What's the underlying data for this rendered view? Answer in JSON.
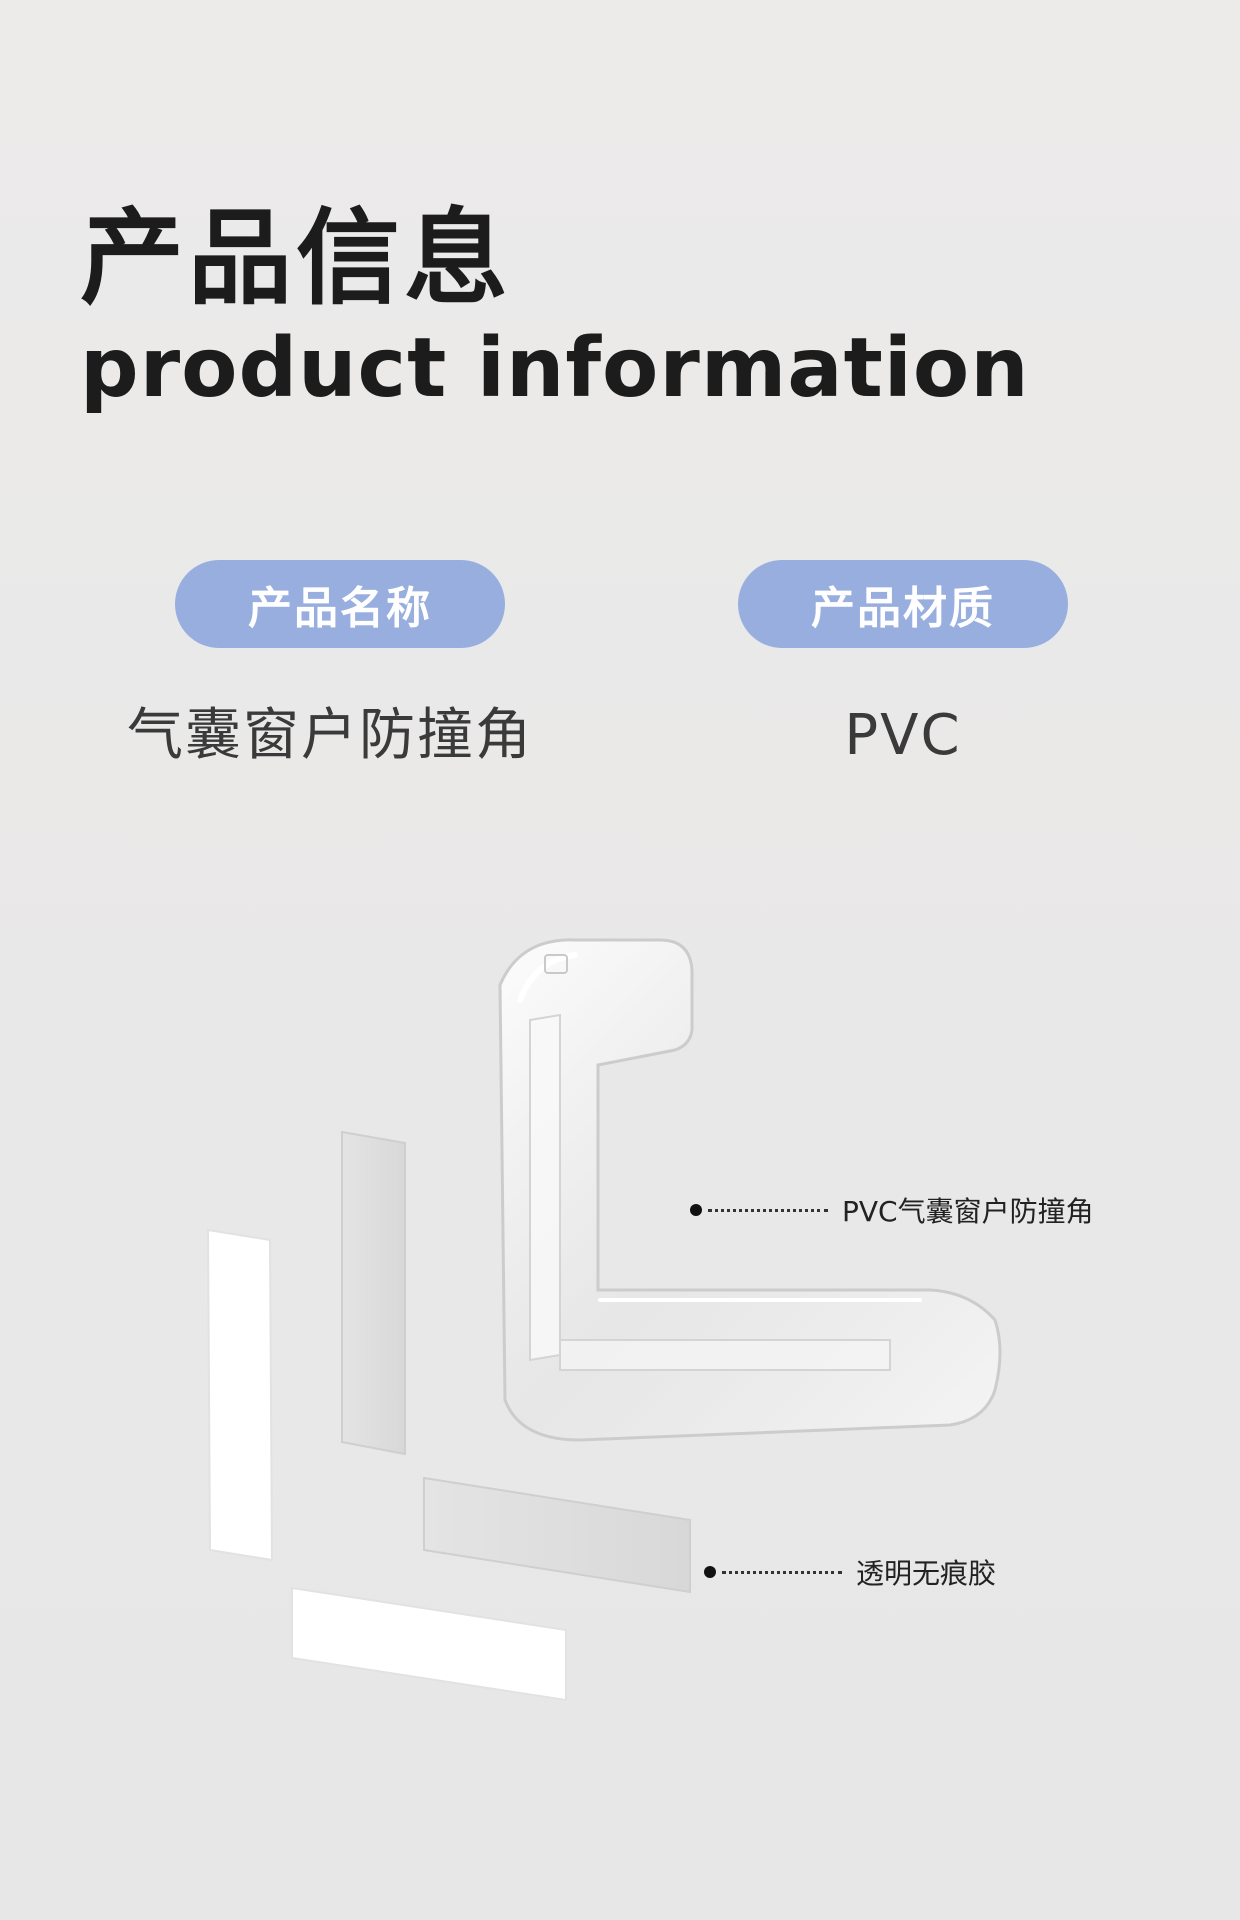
{
  "header": {
    "title_cn": "产品信息",
    "title_en": "product information"
  },
  "specs": [
    {
      "label": "产品名称",
      "value": "气囊窗户防撞角"
    },
    {
      "label": "产品材质",
      "value": "PVC"
    }
  ],
  "callouts": [
    {
      "text": "PVC气囊窗户防撞角"
    },
    {
      "text": "透明无痕胶"
    }
  ],
  "colors": {
    "background": "#ebeaea",
    "pill": "#97aedf",
    "title": "#1c1c1c"
  }
}
